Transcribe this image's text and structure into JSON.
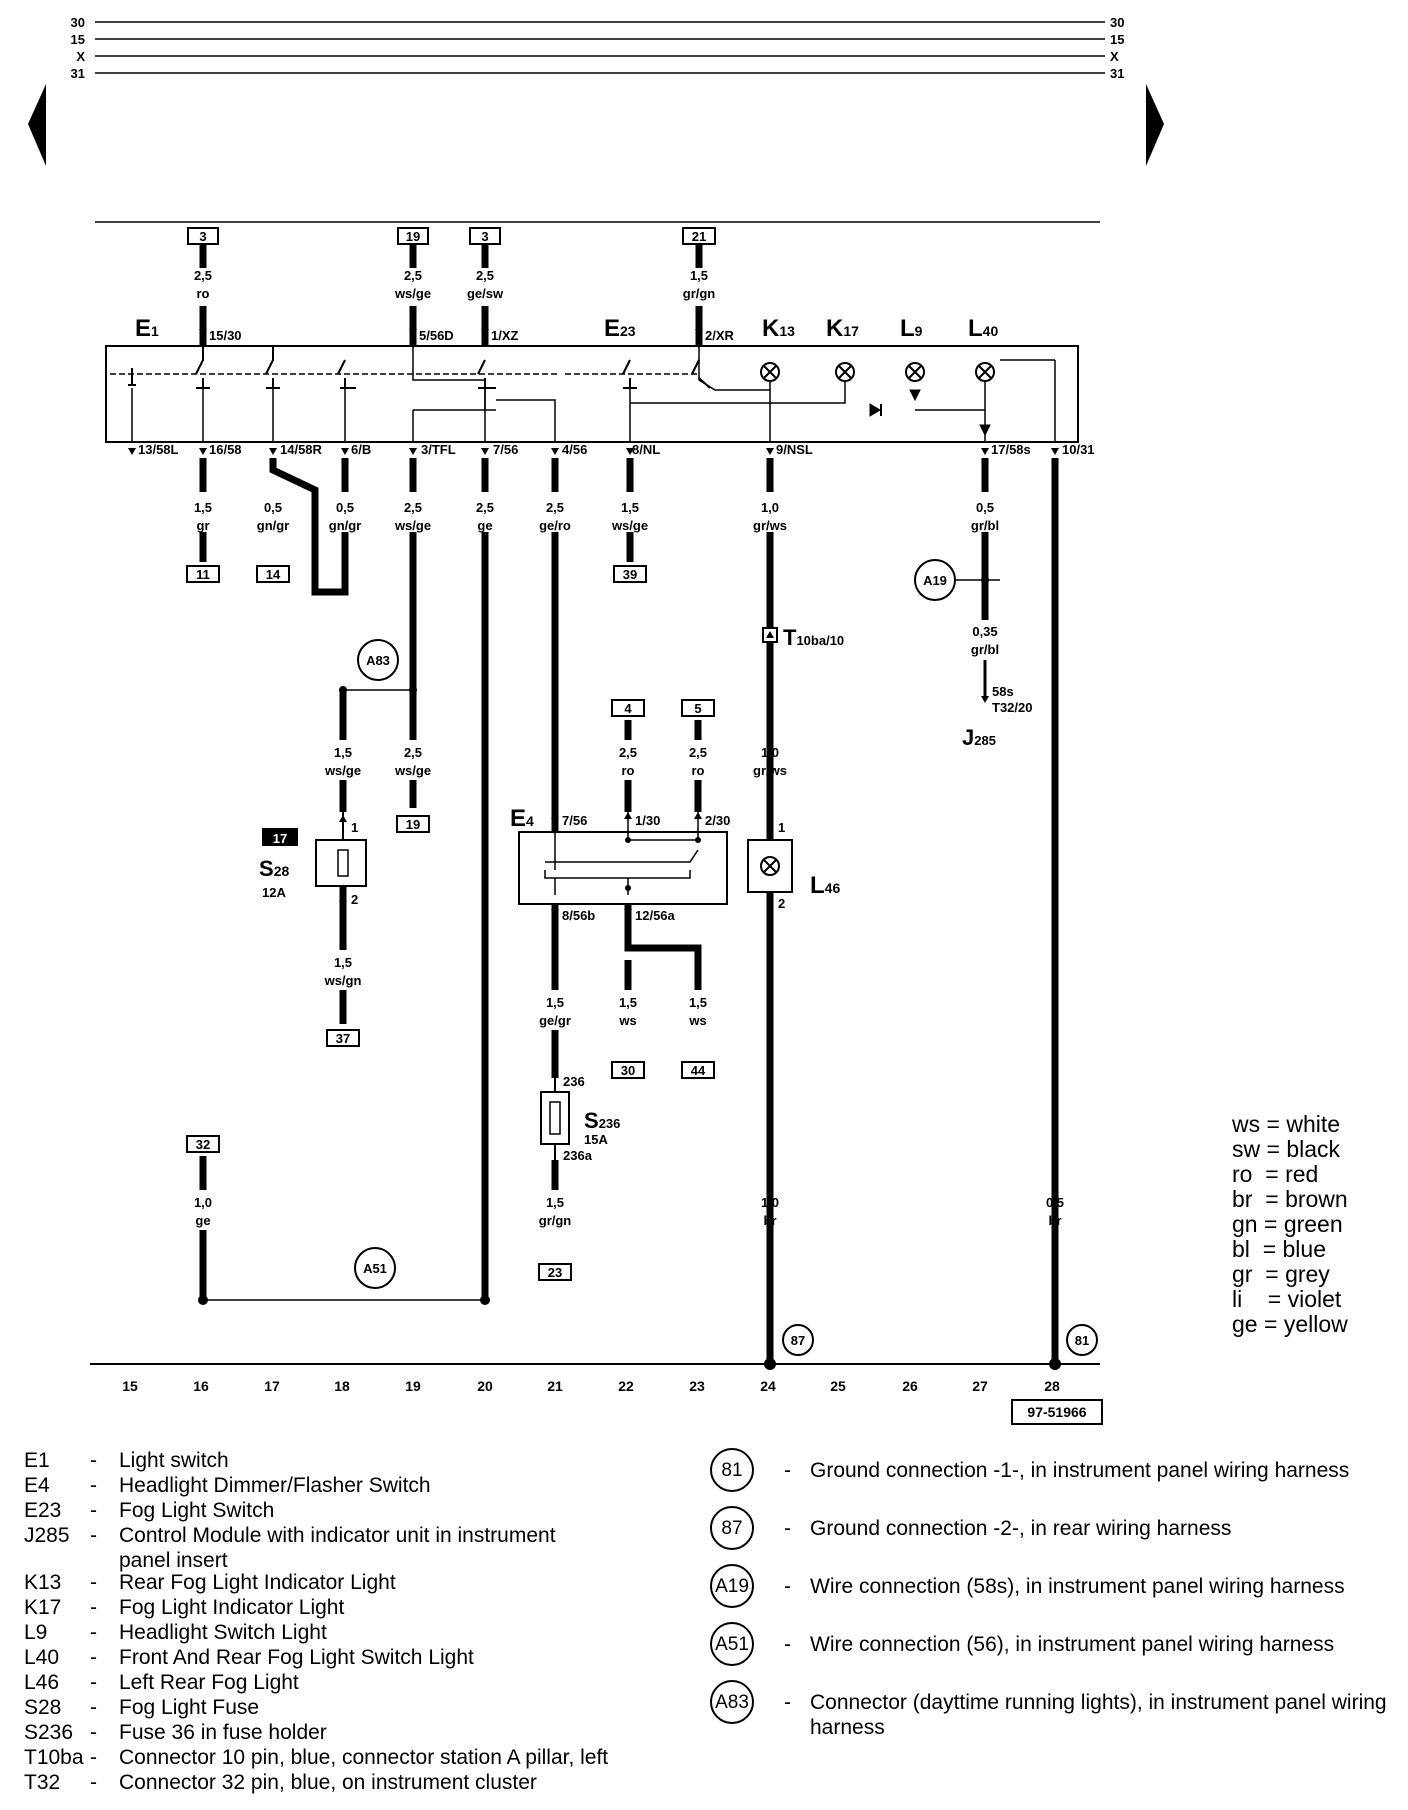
{
  "rails": {
    "left": [
      "30",
      "15",
      "X",
      "31"
    ],
    "right": [
      "30",
      "15",
      "X",
      "31"
    ]
  },
  "nav": {
    "prev_icon": "triangle-left-icon",
    "next_icon": "triangle-right-icon"
  },
  "components": {
    "E1": {
      "letter": "E",
      "sub": "1"
    },
    "E23": {
      "letter": "E",
      "sub": "23"
    },
    "K13": {
      "letter": "K",
      "sub": "13"
    },
    "K17": {
      "letter": "K",
      "sub": "17"
    },
    "L9": {
      "letter": "L",
      "sub": "9"
    },
    "L40": {
      "letter": "L",
      "sub": "40"
    },
    "E4": {
      "letter": "E",
      "sub": "4"
    },
    "L46": {
      "letter": "L",
      "sub": "46"
    },
    "S28": {
      "letter": "S",
      "sub": "28",
      "rating": "12A",
      "fuse_no": "17"
    },
    "S236": {
      "letter": "S",
      "sub": "236",
      "rating": "15A"
    },
    "J285": {
      "letter": "J",
      "sub": "285"
    },
    "T10ba": {
      "letter": "T",
      "sub": "10ba/10"
    }
  },
  "top_boxes": [
    "3",
    "19",
    "3",
    "21"
  ],
  "top_wires": [
    {
      "gauge": "2,5",
      "color": "ro"
    },
    {
      "gauge": "2,5",
      "color": "ws/ge"
    },
    {
      "gauge": "2,5",
      "color": "ge/sw"
    },
    {
      "gauge": "1,5",
      "color": "gr/gn"
    }
  ],
  "top_pins": [
    "15/30",
    "5/56D",
    "1/XZ",
    "2/XR"
  ],
  "bottom_pins": [
    "13/58L",
    "16/58",
    "14/58R",
    "6/B",
    "3/TFL",
    "7/56",
    "4/56",
    "8/NL",
    "9/NSL",
    "17/58s",
    "10/31"
  ],
  "mid_wires": [
    {
      "gauge": "1,5",
      "color": "gr"
    },
    {
      "gauge": "0,5",
      "color": "gn/gr"
    },
    {
      "gauge": "0,5",
      "color": "gn/gr"
    },
    {
      "gauge": "2,5",
      "color": "ws/ge"
    },
    {
      "gauge": "2,5",
      "color": "ge"
    },
    {
      "gauge": "2,5",
      "color": "ge/ro"
    },
    {
      "gauge": "1,5",
      "color": "ws/ge"
    },
    {
      "gauge": "1,0",
      "color": "gr/ws"
    },
    {
      "gauge": "0,5",
      "color": "gr/bl"
    }
  ],
  "mid_boxes": [
    "11",
    "14",
    "39"
  ],
  "connectors": {
    "A19": "A19",
    "A83": "A83",
    "A51": "A51",
    "g87": "87",
    "g81": "81"
  },
  "lower_wires": [
    {
      "gauge": "0,35",
      "color": "gr/bl"
    },
    {
      "gauge": "1,5",
      "color": "ws/ge"
    },
    {
      "gauge": "2,5",
      "color": "ws/ge"
    },
    {
      "gauge": "2,5",
      "color": "ro"
    },
    {
      "gauge": "2,5",
      "color": "ro"
    },
    {
      "gauge": "1,0",
      "color": "gr/ws"
    },
    {
      "gauge": "1,5",
      "color": "ws/gn"
    },
    {
      "gauge": "1,5",
      "color": "ge/gr"
    },
    {
      "gauge": "1,5",
      "color": "ws"
    },
    {
      "gauge": "1,5",
      "color": "ws"
    },
    {
      "gauge": "1,5",
      "color": "gr/gn"
    },
    {
      "gauge": "1,0",
      "color": "ge"
    },
    {
      "gauge": "1,0",
      "color": "br"
    },
    {
      "gauge": "0,5",
      "color": "br"
    }
  ],
  "lower_pins": [
    "58s",
    "T32/20",
    "1",
    "2",
    "7/56",
    "1/30",
    "2/30",
    "8/56b",
    "12/56a",
    "1",
    "2",
    "236",
    "236a"
  ],
  "lower_boxes": [
    "19",
    "4",
    "5",
    "37",
    "30",
    "44",
    "23",
    "32"
  ],
  "grid": [
    "15",
    "16",
    "17",
    "18",
    "19",
    "20",
    "21",
    "22",
    "23",
    "24",
    "25",
    "26",
    "27",
    "28"
  ],
  "diagram_id": "97-51966",
  "legend": [
    {
      "code": "E1",
      "desc": "Light switch"
    },
    {
      "code": "E4",
      "desc": "Headlight Dimmer/Flasher Switch"
    },
    {
      "code": "E23",
      "desc": "Fog Light Switch"
    },
    {
      "code": "J285",
      "desc": "Control Module with indicator unit in instrument panel insert"
    },
    {
      "code": "K13",
      "desc": "Rear Fog Light Indicator Light"
    },
    {
      "code": "K17",
      "desc": "Fog Light Indicator Light"
    },
    {
      "code": "L9",
      "desc": "Headlight Switch Light"
    },
    {
      "code": "L40",
      "desc": "Front And Rear Fog Light Switch Light"
    },
    {
      "code": "L46",
      "desc": "Left Rear Fog Light"
    },
    {
      "code": "S28",
      "desc": "Fog Light Fuse"
    },
    {
      "code": "S236",
      "desc": "Fuse 36 in fuse holder"
    },
    {
      "code": "T10ba",
      "desc": "Connector 10 pin, blue, connector station A pillar, left"
    },
    {
      "code": "T32",
      "desc": "Connector 32 pin, blue, on  instrument cluster"
    }
  ],
  "legend_dash": "-",
  "ground_legend": [
    {
      "code": "81",
      "desc": "Ground connection -1-, in instrument panel wiring harness"
    },
    {
      "code": "87",
      "desc": "Ground connection -2-, in rear wiring harness"
    },
    {
      "code": "A19",
      "desc": "Wire connection (58s), in instrument panel wiring harness"
    },
    {
      "code": "A51",
      "desc": "Wire connection (56), in instrument panel wiring harness"
    },
    {
      "code": "A83",
      "desc": "Connector (dayttime running lights), in instrument panel wiring harness"
    }
  ],
  "color_key": [
    {
      "abbr": "ws",
      "name": "white"
    },
    {
      "abbr": "sw",
      "name": "black"
    },
    {
      "abbr": "ro",
      "name": "red"
    },
    {
      "abbr": "br",
      "name": "brown"
    },
    {
      "abbr": "gn",
      "name": "green"
    },
    {
      "abbr": "bl",
      "name": "blue"
    },
    {
      "abbr": "gr",
      "name": "grey"
    },
    {
      "abbr": "li",
      "name": "violet"
    },
    {
      "abbr": "ge",
      "name": "yellow"
    }
  ],
  "color_key_eq": "="
}
